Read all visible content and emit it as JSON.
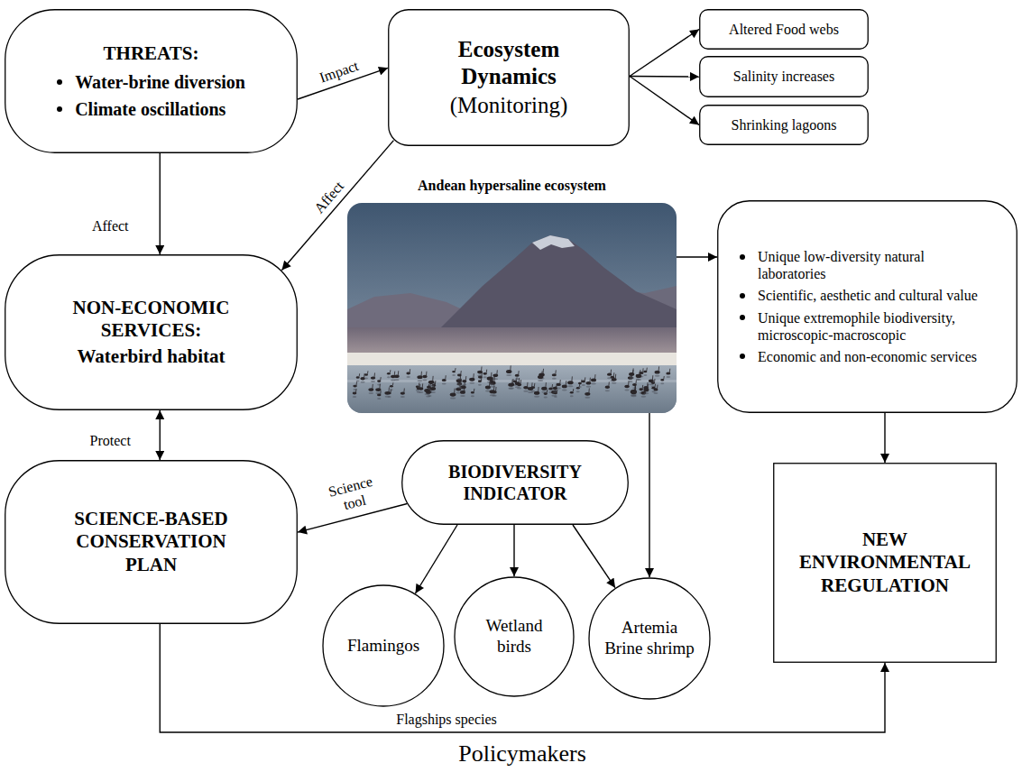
{
  "diagram": {
    "nodes": [
      {
        "text": [
          "THREATS:",
          "Water-brine diversion",
          "Climate oscillations"
        ]
      },
      {
        "text": [
          "Ecosystem Dynamics",
          "(Monitoring)"
        ]
      },
      {
        "text": [
          "Altered Food webs"
        ]
      },
      {
        "text": [
          "Salinity increases"
        ]
      },
      {
        "text": [
          "Shrinking lagoons"
        ]
      },
      {
        "text": [
          "Andean hypersaline ecosystem"
        ]
      },
      {
        "text": [
          "NON-ECONOMIC SERVICES:",
          "Waterbird habitat"
        ]
      },
      {
        "text": [
          "Unique low-diversity natural laboratories",
          "Scientific, aesthetic and cultural value",
          "Unique extremophile biodiversity, microscopic-macroscopic",
          "Economic and non-economic services"
        ]
      },
      {
        "text": [
          "BIODIVERSITY INDICATOR"
        ]
      },
      {
        "text": [
          "SCIENCE-BASED CONSERVATION PLAN"
        ]
      },
      {
        "text": [
          "NEW ENVIRONMENTAL REGULATION"
        ]
      },
      {
        "text": [
          "Flamingos"
        ]
      },
      {
        "text": [
          "Wetland birds"
        ]
      },
      {
        "text": [
          "Artemia Brine shrimp"
        ]
      }
    ],
    "edges": [
      {
        "from": 0,
        "to": 1,
        "label": "Impact",
        "arrow": "to"
      },
      {
        "from": 1,
        "to": 2,
        "arrow": "to"
      },
      {
        "from": 1,
        "to": 3,
        "arrow": "to"
      },
      {
        "from": 1,
        "to": 4,
        "arrow": "to"
      },
      {
        "from": 0,
        "to": 6,
        "label": "Affect",
        "arrow": "to"
      },
      {
        "from": 1,
        "to": 6,
        "label": "Affect",
        "arrow": "to"
      },
      {
        "from": 5,
        "to": 7,
        "arrow": "to"
      },
      {
        "from": 5,
        "to": 13,
        "arrow": "to"
      },
      {
        "from": 6,
        "to": 9,
        "label": "Protect",
        "arrow": "both"
      },
      {
        "from": 8,
        "to": 9,
        "label": "Science tool",
        "arrow": "to"
      },
      {
        "from": 8,
        "to": 11,
        "arrow": "to"
      },
      {
        "from": 8,
        "to": 12,
        "arrow": "to"
      },
      {
        "from": 8,
        "to": 13,
        "arrow": "to"
      },
      {
        "from": 7,
        "to": 10,
        "arrow": "to"
      },
      {
        "from": 9,
        "to": 10,
        "label": "Policymakers",
        "arrow": "to"
      }
    ],
    "labels": [
      "Flagships species"
    ]
  }
}
